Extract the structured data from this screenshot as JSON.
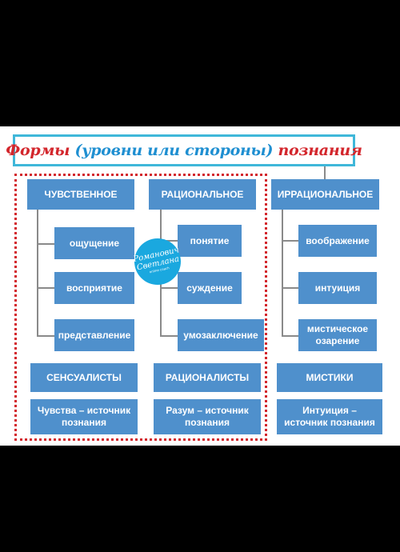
{
  "title": {
    "part1": "Формы",
    "part2": "(уровни или стороны)",
    "part3": "познания"
  },
  "columns": {
    "sensual": {
      "header": "ЧУВСТВЕННОЕ",
      "items": [
        "ощущение",
        "восприятие",
        "представление"
      ],
      "school": "СЕНСУАЛИСТЫ",
      "source": "Чувства – источник познания"
    },
    "rational": {
      "header": "РАЦИОНАЛЬНОЕ",
      "items": [
        "понятие",
        "суждение",
        "умозаключение"
      ],
      "school": "РАЦИОНАЛИСТЫ",
      "source": "Разум – источник познания"
    },
    "irrational": {
      "header": "ИРРАЦИОНАЛЬНОЕ",
      "items": [
        "воображение",
        "интуиция",
        "мистическое озарение"
      ],
      "school": "МИСТИКИ",
      "source": "Интуиция – источник познания"
    }
  },
  "logo": {
    "line1": "Романович",
    "line2": "Светлана",
    "line3": "online coach"
  },
  "colors": {
    "box": "#4f90cc",
    "title_red": "#d3262c",
    "title_blue": "#1f8fd1",
    "frame": "#3fb7d9"
  }
}
